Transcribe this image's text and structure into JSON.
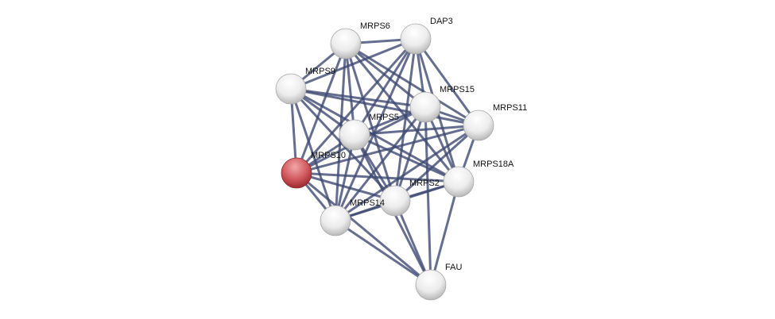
{
  "network": {
    "query_color": "#c9484e",
    "node_color": "#e8e8e8",
    "edge_color": "#3e4a72",
    "nodes": [
      {
        "id": "MRPS6",
        "query": false
      },
      {
        "id": "DAP3",
        "query": false
      },
      {
        "id": "MRPS9",
        "query": false
      },
      {
        "id": "MRPS15",
        "query": false
      },
      {
        "id": "MRPS11",
        "query": false
      },
      {
        "id": "MRPS5",
        "query": false
      },
      {
        "id": "MRPS10",
        "query": true
      },
      {
        "id": "MRPS18A",
        "query": false
      },
      {
        "id": "MRPS2",
        "query": false
      },
      {
        "id": "MRPS14",
        "query": false
      },
      {
        "id": "FAU",
        "query": false
      }
    ],
    "edges": [
      [
        "MRPS6",
        "DAP3"
      ],
      [
        "MRPS6",
        "MRPS9"
      ],
      [
        "MRPS6",
        "MRPS15"
      ],
      [
        "MRPS6",
        "MRPS11"
      ],
      [
        "MRPS6",
        "MRPS5"
      ],
      [
        "MRPS6",
        "MRPS10"
      ],
      [
        "MRPS6",
        "MRPS18A"
      ],
      [
        "MRPS6",
        "MRPS2"
      ],
      [
        "MRPS6",
        "MRPS14"
      ],
      [
        "DAP3",
        "MRPS9"
      ],
      [
        "DAP3",
        "MRPS15"
      ],
      [
        "DAP3",
        "MRPS11"
      ],
      [
        "DAP3",
        "MRPS5"
      ],
      [
        "DAP3",
        "MRPS10"
      ],
      [
        "DAP3",
        "MRPS18A"
      ],
      [
        "DAP3",
        "MRPS2"
      ],
      [
        "DAP3",
        "MRPS14"
      ],
      [
        "MRPS9",
        "MRPS15"
      ],
      [
        "MRPS9",
        "MRPS11"
      ],
      [
        "MRPS9",
        "MRPS5"
      ],
      [
        "MRPS9",
        "MRPS10"
      ],
      [
        "MRPS9",
        "MRPS18A"
      ],
      [
        "MRPS9",
        "MRPS2"
      ],
      [
        "MRPS9",
        "MRPS14"
      ],
      [
        "MRPS15",
        "MRPS11"
      ],
      [
        "MRPS15",
        "MRPS5"
      ],
      [
        "MRPS15",
        "MRPS10"
      ],
      [
        "MRPS15",
        "MRPS18A"
      ],
      [
        "MRPS15",
        "MRPS2"
      ],
      [
        "MRPS15",
        "MRPS14"
      ],
      [
        "MRPS15",
        "FAU"
      ],
      [
        "MRPS11",
        "MRPS5"
      ],
      [
        "MRPS11",
        "MRPS10"
      ],
      [
        "MRPS11",
        "MRPS18A"
      ],
      [
        "MRPS11",
        "MRPS2"
      ],
      [
        "MRPS11",
        "MRPS14"
      ],
      [
        "MRPS5",
        "MRPS10"
      ],
      [
        "MRPS5",
        "MRPS18A"
      ],
      [
        "MRPS5",
        "MRPS2"
      ],
      [
        "MRPS5",
        "MRPS14"
      ],
      [
        "MRPS5",
        "FAU"
      ],
      [
        "MRPS10",
        "MRPS18A"
      ],
      [
        "MRPS10",
        "MRPS2"
      ],
      [
        "MRPS10",
        "MRPS14"
      ],
      [
        "MRPS10",
        "FAU"
      ],
      [
        "MRPS18A",
        "MRPS2"
      ],
      [
        "MRPS18A",
        "MRPS14"
      ],
      [
        "MRPS18A",
        "FAU"
      ],
      [
        "MRPS2",
        "MRPS14"
      ],
      [
        "MRPS2",
        "FAU"
      ],
      [
        "MRPS14",
        "FAU"
      ]
    ]
  }
}
